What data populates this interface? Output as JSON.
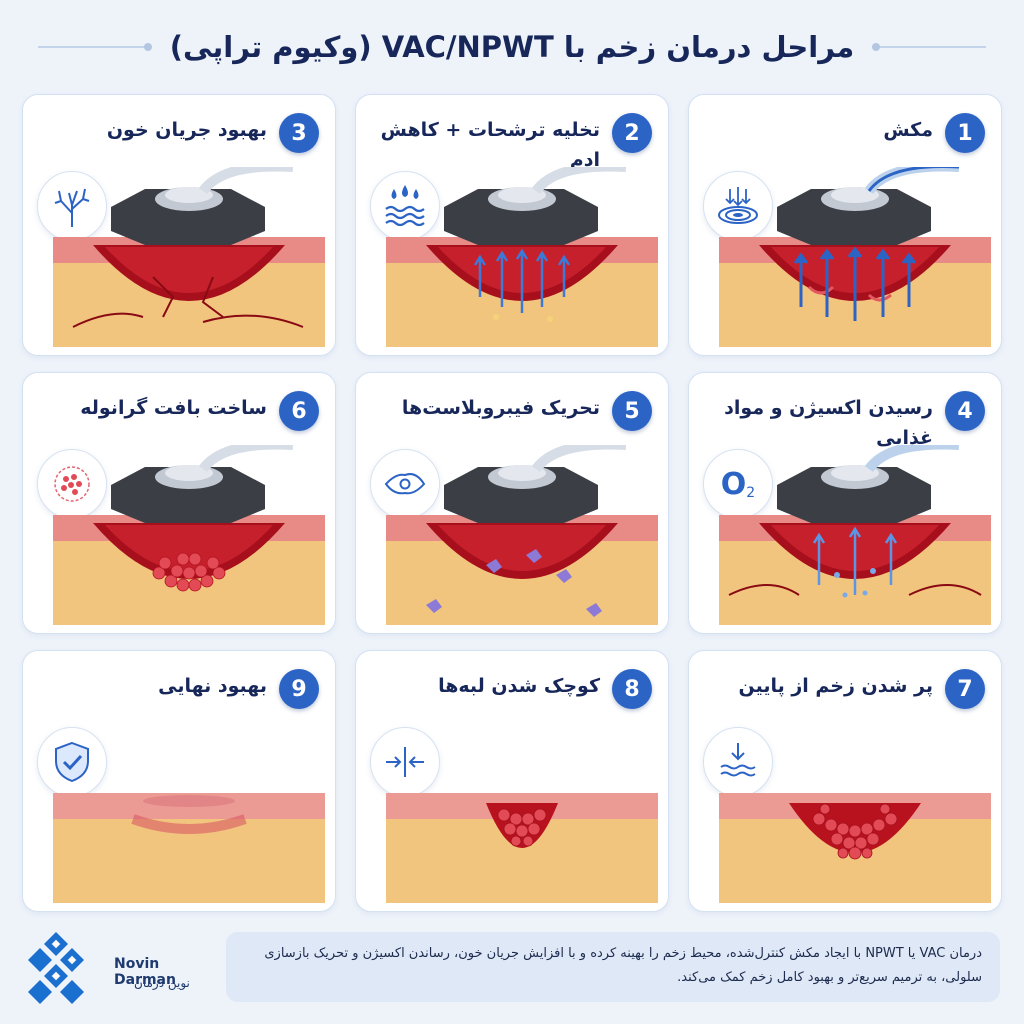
{
  "title": "مراحل درمان زخم با VAC/NPWT (وکیوم تراپی)",
  "watermark": "Novin Darman",
  "colors": {
    "badge": "#2c64c6",
    "title": "#17275a",
    "wound": "#c7202d",
    "foam": "#3b3e44"
  },
  "steps": [
    {
      "number": "1",
      "title": "مکش",
      "icon": "suction-icon"
    },
    {
      "number": "2",
      "title": "تخلیه ترشحات + کاهش ادم",
      "icon": "drainage-icon"
    },
    {
      "number": "3",
      "title": "بهبود جریان خون",
      "icon": "blood-vessel-icon"
    },
    {
      "number": "4",
      "title": "رسیدن اکسیژن و مواد غذایی",
      "icon": "oxygen-icon",
      "icon_text": "O",
      "icon_sub": "2"
    },
    {
      "number": "5",
      "title": "تحریک فیبروبلاست‌ها",
      "icon": "fibroblast-icon"
    },
    {
      "number": "6",
      "title": "ساخت بافت گرانوله",
      "icon": "granulation-icon"
    },
    {
      "number": "7",
      "title": "پر شدن زخم از پایین",
      "icon": "fill-from-bottom-icon"
    },
    {
      "number": "8",
      "title": "کوچک شدن لبه‌ها",
      "icon": "edges-contract-icon"
    },
    {
      "number": "9",
      "title": "بهبود نهایی",
      "icon": "shield-check-icon"
    }
  ],
  "footer": {
    "brand_en": "Novin Darman",
    "brand_fa": "نوین درمان",
    "description": "درمان VAC یا NPWT با ایجاد مکش کنترل‌شده، محیط زخم را بهینه کرده و با افزایش جریان خون، رساندن اکسیژن و تحریک بازسازی سلولی، به ترمیم سریع‌تر و بهبود کامل زخم کمک می‌کند."
  }
}
